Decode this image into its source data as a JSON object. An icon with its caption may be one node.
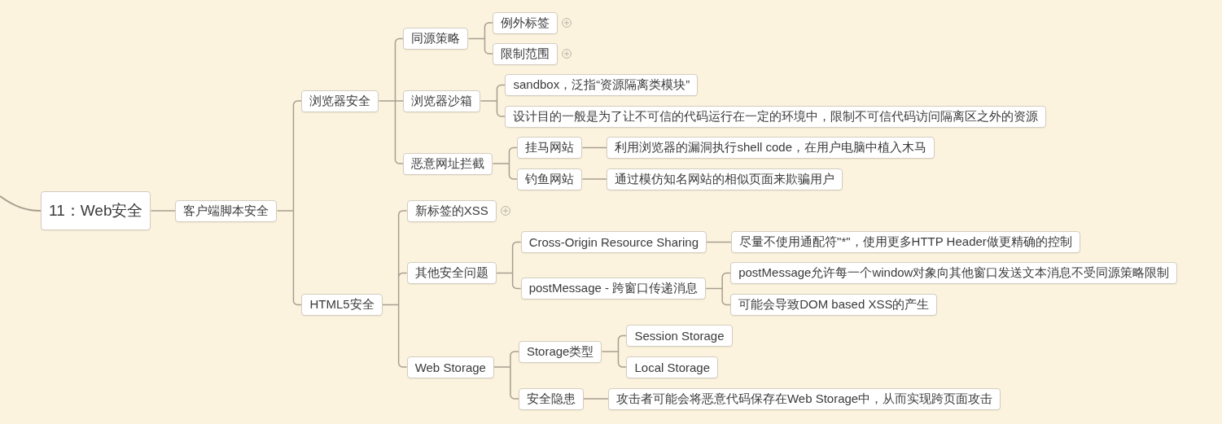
{
  "diagram": {
    "nodes": [
      {
        "text": [
          "11：Web安全"
        ]
      },
      {
        "text": [
          "客户端脚本安全"
        ]
      },
      {
        "text": [
          "浏览器安全"
        ]
      },
      {
        "text": [
          "同源策略"
        ]
      },
      {
        "text": [
          "例外标签"
        ]
      },
      {
        "text": [
          "限制范围"
        ]
      },
      {
        "text": [
          "浏览器沙箱"
        ]
      },
      {
        "text": [
          "sandbox，泛指“资源隔离类模块”"
        ]
      },
      {
        "text": [
          "设计目的一般是为了让不可信的代码运行在一定的环境中，限制不可信代码访问隔离区之外的资源"
        ]
      },
      {
        "text": [
          "恶意网址拦截"
        ]
      },
      {
        "text": [
          "挂马网站"
        ]
      },
      {
        "text": [
          "利用浏览器的漏洞执行shell code，在用户电脑中植入木马"
        ]
      },
      {
        "text": [
          "钓鱼网站"
        ]
      },
      {
        "text": [
          "通过模仿知名网站的相似页面来欺骗用户"
        ]
      },
      {
        "text": [
          "HTML5安全"
        ]
      },
      {
        "text": [
          "新标签的XSS"
        ]
      },
      {
        "text": [
          "其他安全问题"
        ]
      },
      {
        "text": [
          "Cross-Origin Resource Sharing"
        ]
      },
      {
        "text": [
          "尽量不使用通配符\"*\"，使用更多HTTP Header做更精确的控制"
        ]
      },
      {
        "text": [
          "postMessage - 跨窗口传递消息"
        ]
      },
      {
        "text": [
          "postMessage允许每一个window对象向其他窗口发送文本消息不受同源策略限制"
        ]
      },
      {
        "text": [
          "可能会导致DOM based XSS的产生"
        ]
      },
      {
        "text": [
          "Web Storage"
        ]
      },
      {
        "text": [
          "Storage类型"
        ]
      },
      {
        "text": [
          "Session Storage"
        ]
      },
      {
        "text": [
          "Local Storage"
        ]
      },
      {
        "text": [
          "安全隐患"
        ]
      },
      {
        "text": [
          "攻击者可能会将恶意代码保存在Web Storage中，从而实现跨页面攻击"
        ]
      }
    ],
    "edges": [
      {
        "from": null,
        "to": 0,
        "arrow": "none"
      },
      {
        "from": 0,
        "to": 1,
        "arrow": "none"
      },
      {
        "from": 1,
        "to": 2,
        "arrow": "none"
      },
      {
        "from": 2,
        "to": 3,
        "arrow": "none"
      },
      {
        "from": 3,
        "to": 4,
        "arrow": "none"
      },
      {
        "from": 3,
        "to": 5,
        "arrow": "none"
      },
      {
        "from": 2,
        "to": 6,
        "arrow": "none"
      },
      {
        "from": 6,
        "to": 7,
        "arrow": "none"
      },
      {
        "from": 6,
        "to": 8,
        "arrow": "none"
      },
      {
        "from": 2,
        "to": 9,
        "arrow": "none"
      },
      {
        "from": 9,
        "to": 10,
        "arrow": "none"
      },
      {
        "from": 10,
        "to": 11,
        "arrow": "none"
      },
      {
        "from": 9,
        "to": 12,
        "arrow": "none"
      },
      {
        "from": 12,
        "to": 13,
        "arrow": "none"
      },
      {
        "from": 1,
        "to": 14,
        "arrow": "none"
      },
      {
        "from": 14,
        "to": 15,
        "arrow": "none"
      },
      {
        "from": 14,
        "to": 16,
        "arrow": "none"
      },
      {
        "from": 16,
        "to": 17,
        "arrow": "none"
      },
      {
        "from": 17,
        "to": 18,
        "arrow": "none"
      },
      {
        "from": 16,
        "to": 19,
        "arrow": "none"
      },
      {
        "from": 19,
        "to": 20,
        "arrow": "none"
      },
      {
        "from": 19,
        "to": 21,
        "arrow": "none"
      },
      {
        "from": 14,
        "to": 22,
        "arrow": "none"
      },
      {
        "from": 22,
        "to": 23,
        "arrow": "none"
      },
      {
        "from": 23,
        "to": 24,
        "arrow": "none"
      },
      {
        "from": 23,
        "to": 25,
        "arrow": "none"
      },
      {
        "from": 22,
        "to": 26,
        "arrow": "none"
      },
      {
        "from": 26,
        "to": 27,
        "arrow": "none"
      }
    ]
  }
}
